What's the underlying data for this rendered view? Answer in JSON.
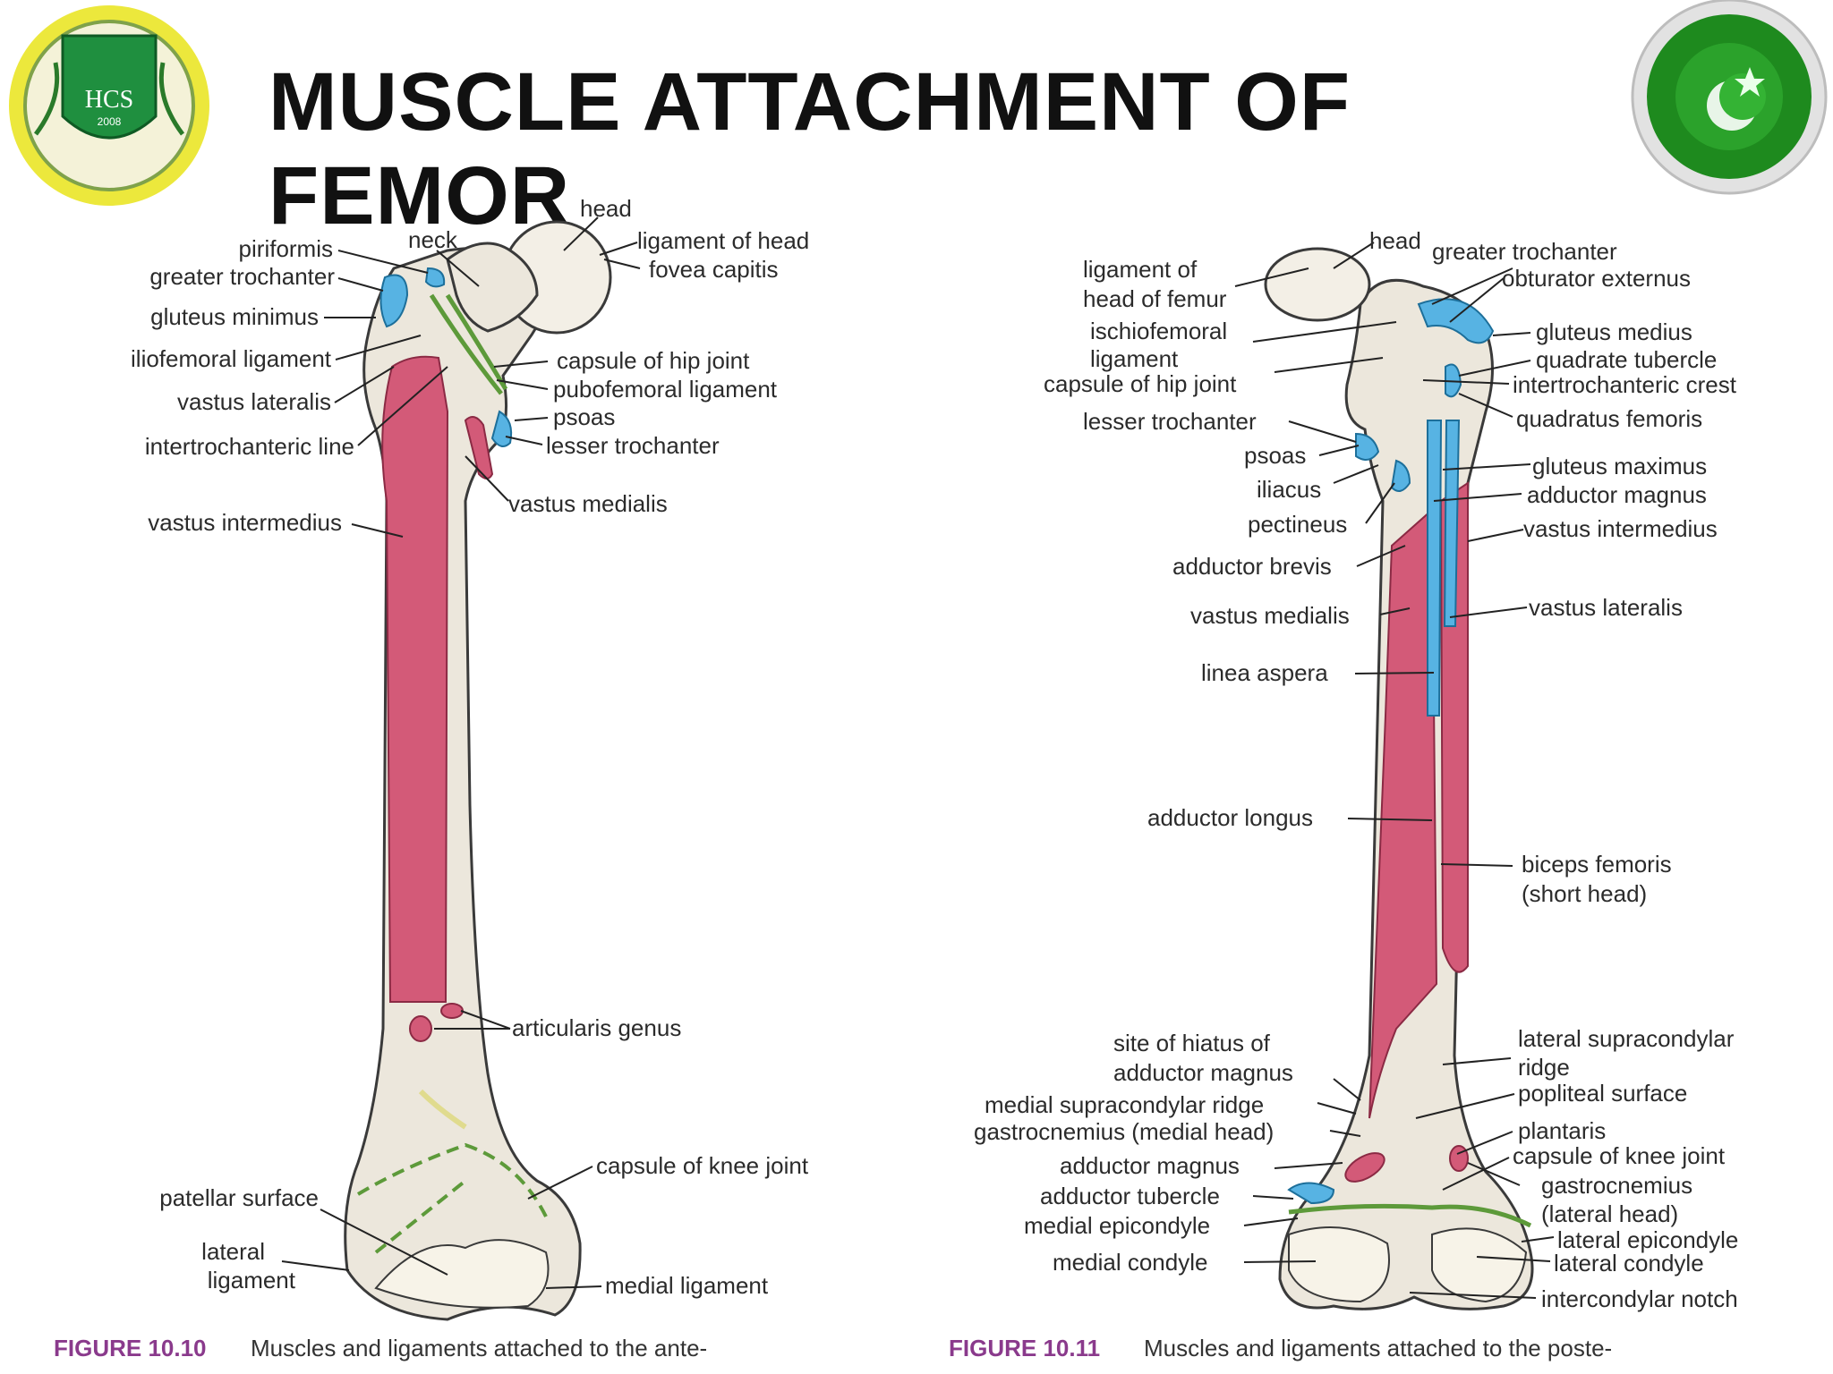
{
  "title": "MUSCLE ATTACHMENT OF FEMOR",
  "logo_left": {
    "icon": "university-crest-icon",
    "text": "HCS",
    "year": "2008",
    "colors": {
      "ring": "#e9e437",
      "shield": "#1e8b3a"
    }
  },
  "logo_right": {
    "icon": "crescent-star-emblem-icon",
    "colors": {
      "ring": "#d8d8d8",
      "disc": "#1e8b1e"
    }
  },
  "figure_left": {
    "labels": {
      "head": "head",
      "piriformis": "piriformis",
      "neck": "neck",
      "ligament_of_head": "ligament of head",
      "fovea_capitis": "fovea capitis",
      "greater_trochanter": "greater trochanter",
      "gluteus_minimus": "gluteus minimus",
      "iliofemoral_ligament": "iliofemoral ligament",
      "capsule_of_hip_joint": "capsule of hip joint",
      "pubofemoral_ligament": "pubofemoral ligament",
      "vastus_lateralis": "vastus lateralis",
      "psoas": "psoas",
      "intertrochanteric_line": "intertrochanteric line",
      "lesser_trochanter": "lesser trochanter",
      "vastus_medialis": "vastus medialis",
      "vastus_intermedius": "vastus intermedius",
      "articularis_genus": "articularis genus",
      "capsule_of_knee_joint": "capsule of knee joint",
      "patellar_surface": "patellar surface",
      "lateral_ligament_1": "lateral",
      "lateral_ligament_2": "ligament",
      "medial_ligament": "medial ligament"
    },
    "caption_fig": "FIGURE 10.10",
    "caption_text": "Muscles and ligaments attached to the ante-"
  },
  "figure_right": {
    "labels": {
      "head": "head",
      "greater_trochanter": "greater trochanter",
      "ligament_of_1": "ligament of",
      "ligament_of_2": "head of femur",
      "obturator_externus": "obturator externus",
      "ischiofemoral_1": "ischiofemoral",
      "ischiofemoral_2": "ligament",
      "gluteus_medius": "gluteus medius",
      "quadrate_tubercle": "quadrate tubercle",
      "capsule_of_hip_joint": "capsule of hip joint",
      "intertrochanteric_crest": "intertrochanteric crest",
      "lesser_trochanter": "lesser trochanter",
      "quadratus_femoris": "quadratus femoris",
      "psoas": "psoas",
      "gluteus_maximus": "gluteus maximus",
      "iliacus": "iliacus",
      "adductor_magnus_top": "adductor magnus",
      "pectineus": "pectineus",
      "vastus_intermedius": "vastus intermedius",
      "adductor_brevis": "adductor brevis",
      "vastus_medialis": "vastus medialis",
      "vastus_lateralis": "vastus lateralis",
      "linea_aspera": "linea aspera",
      "adductor_longus": "adductor longus",
      "biceps_1": "biceps femoris",
      "biceps_2": "(short head)",
      "hiatus_1": "site of hiatus of",
      "hiatus_2": "adductor magnus",
      "lat_supra_1": "lateral supracondylar",
      "lat_supra_2": "ridge",
      "medial_supracondylar_ridge": "medial supracondylar ridge",
      "popliteal_surface": "popliteal surface",
      "gastrocnemius_medial": "gastrocnemius (medial head)",
      "plantaris": "plantaris",
      "adductor_magnus_bottom": "adductor magnus",
      "capsule_of_knee_joint": "capsule of knee joint",
      "adductor_tubercle": "adductor tubercle",
      "gastro_lat_1": "gastrocnemius",
      "gastro_lat_2": "(lateral head)",
      "medial_epicondyle": "medial epicondyle",
      "lateral_epicondyle": "lateral epicondyle",
      "medial_condyle": "medial condyle",
      "lateral_condyle": "lateral condyle",
      "intercondylar_notch": "intercondylar notch"
    },
    "caption_fig": "FIGURE 10.11",
    "caption_text": "Muscles and ligaments attached to the poste-"
  }
}
